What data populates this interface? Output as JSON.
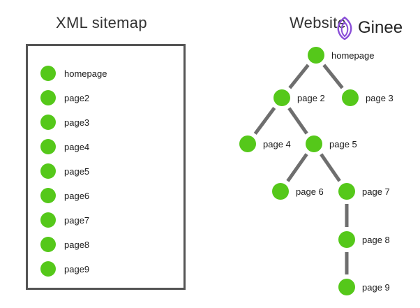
{
  "titles": {
    "left": "XML sitemap",
    "right": "Website"
  },
  "logo": {
    "text": "Ginee",
    "icon": "ginee-leaf-icon",
    "color": "#8a4fd8"
  },
  "colors": {
    "node": "#55c81a",
    "edge": "#6e6e6e",
    "border": "#555555"
  },
  "sitemap": {
    "items": [
      "homepage",
      "page2",
      "page3",
      "page4",
      "page5",
      "page6",
      "page7",
      "page8",
      "page9"
    ]
  },
  "tree": {
    "nodes": [
      {
        "id": "homepage",
        "label": "homepage"
      },
      {
        "id": "page2",
        "label": "page 2"
      },
      {
        "id": "page3",
        "label": "page 3"
      },
      {
        "id": "page4",
        "label": "page 4"
      },
      {
        "id": "page5",
        "label": "page 5"
      },
      {
        "id": "page6",
        "label": "page 6"
      },
      {
        "id": "page7",
        "label": "page 7"
      },
      {
        "id": "page8",
        "label": "page 8"
      },
      {
        "id": "page9",
        "label": "page 9"
      }
    ],
    "edges": [
      [
        "homepage",
        "page2"
      ],
      [
        "homepage",
        "page3"
      ],
      [
        "page2",
        "page4"
      ],
      [
        "page2",
        "page5"
      ],
      [
        "page5",
        "page6"
      ],
      [
        "page5",
        "page7"
      ],
      [
        "page7",
        "page8"
      ],
      [
        "page8",
        "page9"
      ]
    ]
  }
}
